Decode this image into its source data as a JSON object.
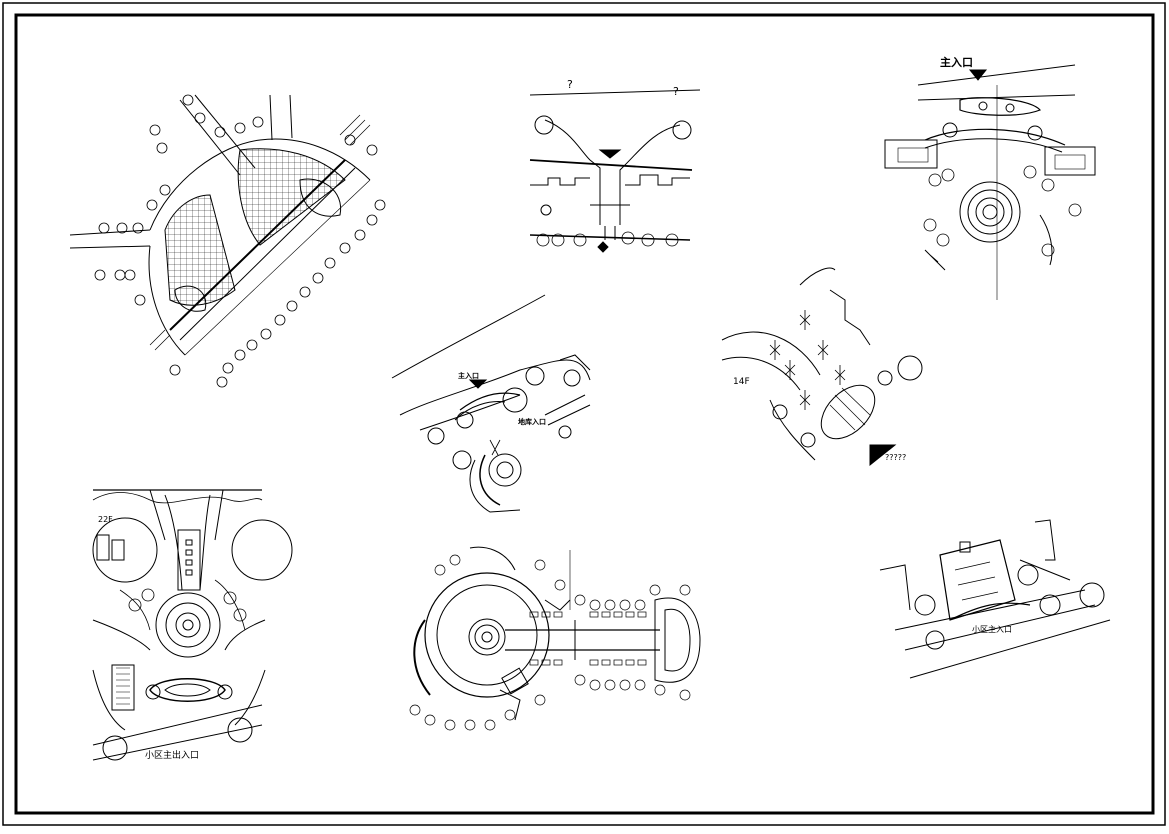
{
  "sheet": {
    "labels": {
      "main_entrance_top": "主入口",
      "main_entrance_mid": "主入口",
      "secondary_entrance_mid": "地库入口",
      "floor_tag": "14F",
      "question_marks": "?????",
      "q_left": "?",
      "q_right": "?",
      "community_exit_bottom_left": "小区主出入口",
      "community_exit_right": "小区主入口",
      "floor_tag_left": "22F"
    }
  }
}
